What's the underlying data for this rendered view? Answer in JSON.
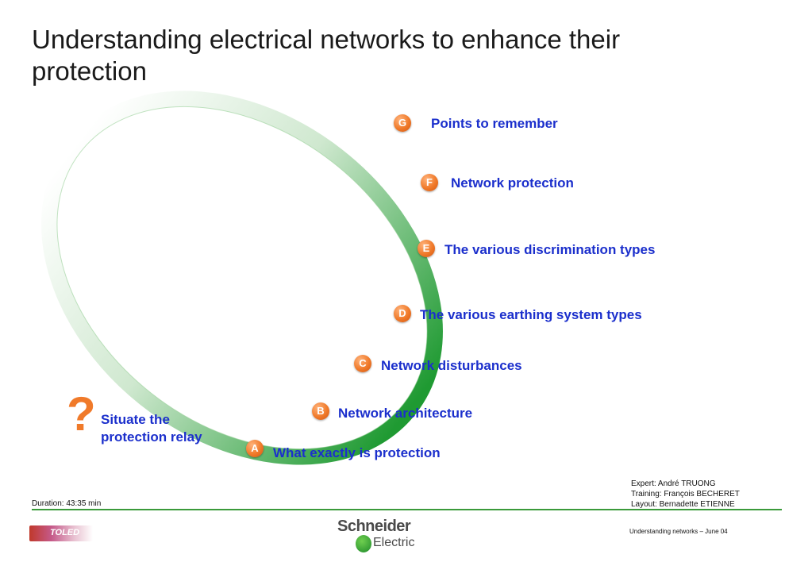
{
  "title": "Understanding electrical networks to enhance their protection",
  "items": [
    {
      "letter": "G",
      "label": "Points to remember"
    },
    {
      "letter": "F",
      "label": "Network protection"
    },
    {
      "letter": "E",
      "label": "The various discrimination types"
    },
    {
      "letter": "D",
      "label": "The various earthing system types"
    },
    {
      "letter": "C",
      "label": "Network disturbances"
    },
    {
      "letter": "B",
      "label": "Network architecture"
    },
    {
      "letter": "A",
      "label": "What exactly is protection"
    }
  ],
  "start": {
    "mark": "?",
    "line1": "Situate the",
    "line2": "protection relay"
  },
  "credits": {
    "expert": "Expert: André TRUONG",
    "training": "Training: François BECHERET",
    "layout": "Layout: Bernadette ETIENNE"
  },
  "duration": "Duration: 43:35 min",
  "footer": {
    "right": "Understanding networks – June 04",
    "toled": "TOLED",
    "logo_top": "Schneider",
    "logo_bottom": "Electric"
  },
  "colors": {
    "accent_green": "#2e9a3a",
    "badge_orange": "#f07a2a",
    "item_blue": "#1b2fcc"
  }
}
